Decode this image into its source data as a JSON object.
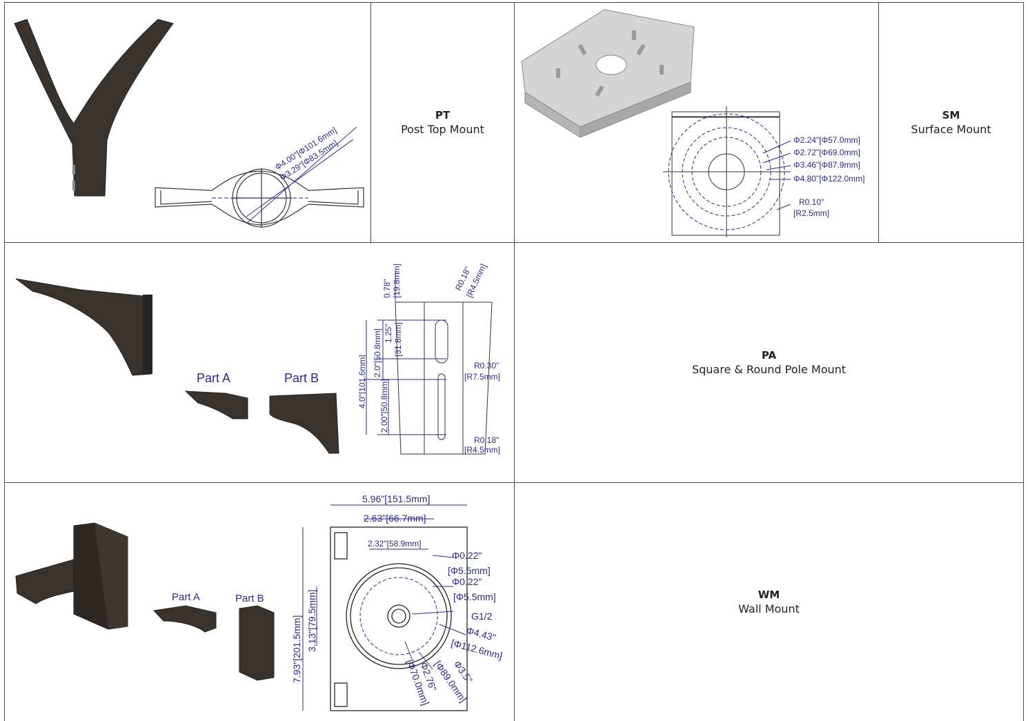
{
  "rows": [
    {
      "mounts": [
        {
          "code": "PT",
          "name": "Post Top Mount",
          "dims": [
            "Φ4.00\"[Φ101.6mm]",
            "Φ3.29\"[Φ83.5mm]"
          ]
        },
        {
          "code": "SM",
          "name": "Surface Mount",
          "dims": [
            "Φ2.24\"[Φ57.0mm]",
            "Φ2.72\"[Φ69.0mm]",
            "Φ3.46\"[Φ87.9mm]",
            "Φ4.80\"[Φ122.0mm]",
            "R0.10\"",
            "[R2.5mm]"
          ]
        }
      ]
    },
    {
      "mounts": [
        {
          "code": "PA",
          "name": "Square & Round Pole Mount",
          "parts": [
            "Part A",
            "Part B"
          ],
          "dims": [
            "0.78\"",
            "[19.8mm]",
            "R0.18\"",
            "[R4.5mm]",
            "1.25\"",
            "[31.8mm]",
            "2.0\"[50.8mm]",
            "4.0\"[101.6mm]",
            "R0.30\"",
            "[R7.5mm]",
            "2.00\"[50.8mm]",
            "R0.18\"",
            "[R4.5mm]"
          ]
        }
      ]
    },
    {
      "mounts": [
        {
          "code": "WM",
          "name": "Wall Mount",
          "parts": [
            "Part A",
            "Part B"
          ],
          "dims": [
            "5.96\"[151.5mm]",
            "2.63\"[66.7mm]",
            "2.32\"[58.9mm]",
            "Φ0.22\"",
            "[Φ5.5mm]",
            "Φ0.22\"",
            "[Φ5.5mm]",
            "G1/2",
            "Φ4.43\"",
            "[Φ112.6mm]",
            "7.93\"[201.5mm]",
            "3.13\"[79.5mm]",
            "Φ3.5\"",
            "[Φ89.0mm]",
            "Φ2.76\"",
            "[Φ70.0mm]"
          ]
        }
      ]
    }
  ],
  "colors": {
    "grid": "#4a4a4a",
    "dimension": "#2a2a8a",
    "metal_dark": "#3a322d",
    "steel": "#c8c8c8"
  }
}
